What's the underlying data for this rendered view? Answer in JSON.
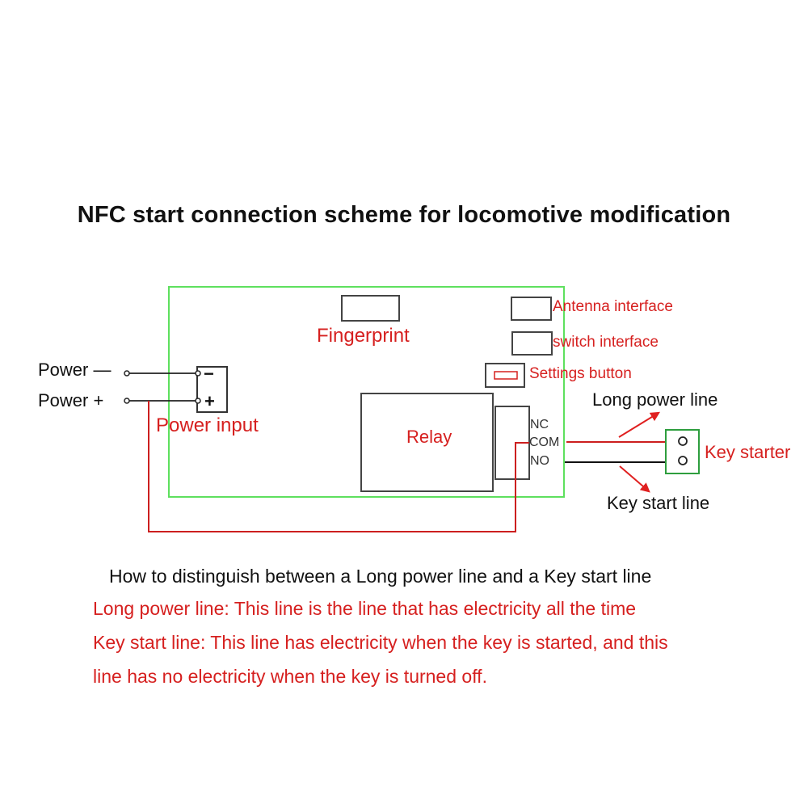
{
  "title": "NFC start connection scheme for locomotive modification",
  "board": {
    "fingerprint": "Fingerprint",
    "antenna_interface": "Antenna interface",
    "switch_interface": "switch interface",
    "settings_button": "Settings button",
    "power_input": "Power input",
    "relay": "Relay",
    "terminal_minus": "−",
    "terminal_plus": "+",
    "relay_pins": [
      "NC",
      "COM",
      "NO"
    ]
  },
  "external": {
    "power_minus": "Power —",
    "power_plus": "Power +",
    "long_power_line": "Long power line",
    "key_start_line": "Key start line",
    "key_starter": "Key starter"
  },
  "notes": {
    "heading": "How to distinguish between a Long power line and a Key start line",
    "line1": "Long power line: This line is the line that has electricity all the time",
    "line2": "Key start line: This line has electricity when the key is started, and this",
    "line3": "line has no electricity when the key is turned off."
  },
  "colors": {
    "board_outline": "#5ee05e",
    "wire_red": "#cc1f1f",
    "wire_black": "#111111",
    "label_red": "#d6201f",
    "key_starter_box": "#2e9e3e"
  }
}
